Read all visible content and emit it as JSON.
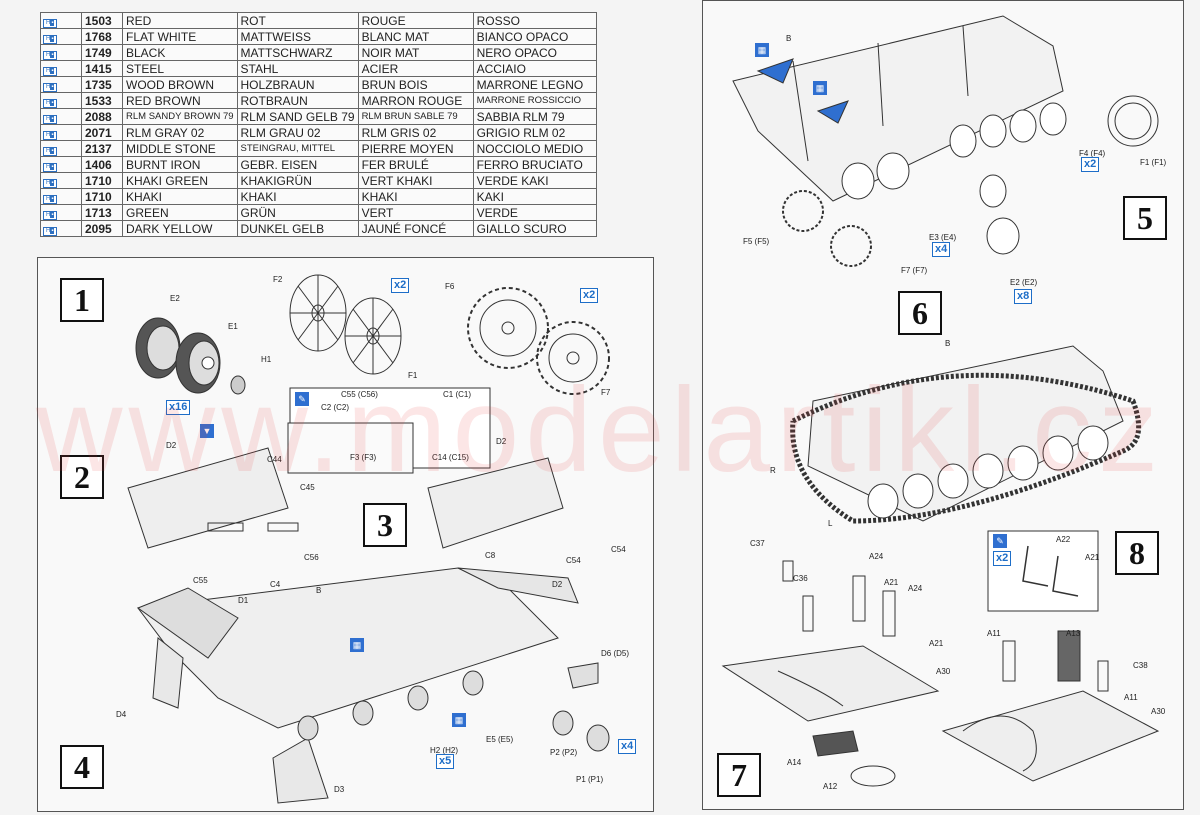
{
  "colors": {
    "accent": "#1e6ec8",
    "watermark": "#e63c3c"
  },
  "color_table": [
    {
      "code": "1503",
      "en": "RED",
      "de": "ROT",
      "fr": "ROUGE",
      "it": "ROSSO"
    },
    {
      "code": "1768",
      "en": "FLAT WHITE",
      "de": "MATTWEISS",
      "fr": "BLANC MAT",
      "it": "BIANCO OPACO"
    },
    {
      "code": "1749",
      "en": "BLACK",
      "de": "MATTSCHWARZ",
      "fr": "NOIR MAT",
      "it": "NERO OPACO"
    },
    {
      "code": "1415",
      "en": "STEEL",
      "de": "STAHL",
      "fr": "ACIER",
      "it": "ACCIAIO"
    },
    {
      "code": "1735",
      "en": "WOOD BROWN",
      "de": "HOLZBRAUN",
      "fr": "BRUN BOIS",
      "it": "MARRONE LEGNO"
    },
    {
      "code": "1533",
      "en": "RED BROWN",
      "de": "ROTBRAUN",
      "fr": "MARRON ROUGE",
      "it": "MARRONE ROSSICCIO"
    },
    {
      "code": "2088",
      "en": "RLM SANDY BROWN 79",
      "de": "RLM SAND GELB 79",
      "fr": "RLM BRUN SABLE 79",
      "it": "SABBIA RLM 79"
    },
    {
      "code": "2071",
      "en": "RLM GRAY 02",
      "de": "RLM GRAU 02",
      "fr": "RLM GRIS 02",
      "it": "GRIGIO RLM 02"
    },
    {
      "code": "2137",
      "en": "MIDDLE STONE",
      "de": "STEINGRAU, MITTEL",
      "fr": "PIERRE MOYEN",
      "it": "NOCCIOLO MEDIO"
    },
    {
      "code": "1406",
      "en": "BURNT IRON",
      "de": "GEBR. EISEN",
      "fr": "FER BRULÉ",
      "it": "FERRO BRUCIATO"
    },
    {
      "code": "1710",
      "en": "KHAKI GREEN",
      "de": "KHAKIGRÜN",
      "fr": "VERT KHAKI",
      "it": "VERDE KAKI"
    },
    {
      "code": "1710",
      "en": "KHAKI",
      "de": "KHAKI",
      "fr": "KHAKI",
      "it": "KAKI"
    },
    {
      "code": "1713",
      "en": "GREEN",
      "de": "GRÜN",
      "fr": "VERT",
      "it": "VERDE"
    },
    {
      "code": "2095",
      "en": "DARK YELLOW",
      "de": "DUNKEL GELB",
      "fr": "JAUNÉ FONCÉ",
      "it": "GIALLO SCURO"
    }
  ],
  "steps": {
    "s1": "1",
    "s2": "2",
    "s3": "3",
    "s4": "4",
    "s5": "5",
    "s6": "6",
    "s7": "7",
    "s8": "8"
  },
  "part_labels": {
    "e2": "E2",
    "e1": "E1",
    "h1": "H1",
    "f2": "F2",
    "f1": "F1",
    "f6": "F6",
    "f7": "F7",
    "c55c56": "C55 (C56)",
    "c2c2": "C2 (C2)",
    "c1c1": "C1 (C1)",
    "f3f3": "F3 (F3)",
    "c14c15": "C14 (C15)",
    "d2a": "D2",
    "c44": "C44",
    "c45": "C45",
    "c56": "C56",
    "c55": "C55",
    "c4": "C4",
    "d2b": "D2",
    "c8": "C8",
    "c54a": "C54",
    "c54b": "C54",
    "d1": "D1",
    "b1": "B",
    "d2c": "D2",
    "d6d5": "D6 (D5)",
    "d4": "D4",
    "d3": "D3",
    "h2h2": "H2 (H2)",
    "e5e5": "E5 (E5)",
    "p2p2": "P2 (P2)",
    "p1p1": "P1 (P1)",
    "b2": "B",
    "f4f4": "F4 (F4)",
    "f1f1": "F1 (F1)",
    "f5f5": "F5 (F5)",
    "e3e4": "E3 (E4)",
    "f7f7": "F7 (F7)",
    "e2e2": "E2 (E2)",
    "b3": "B",
    "r": "R",
    "l": "L",
    "c37": "C37",
    "c36": "C36",
    "a24a": "A24",
    "a21a": "A21",
    "a24b": "A24",
    "a21b": "A21",
    "a30a": "A30",
    "a14": "A14",
    "a12": "A12",
    "a22": "A22",
    "a21c": "A21",
    "a11a": "A11",
    "a13": "A13",
    "c38": "C38",
    "a11b": "A11",
    "a30b": "A30"
  },
  "quantities": {
    "q16": "x16",
    "q2a": "x2",
    "q2b": "x2",
    "q5": "x5",
    "q4a": "x4",
    "q2c": "x2",
    "q4b": "x4",
    "q8": "x8",
    "q2d": "x2"
  },
  "watermark": "www.modelartikl.cz"
}
